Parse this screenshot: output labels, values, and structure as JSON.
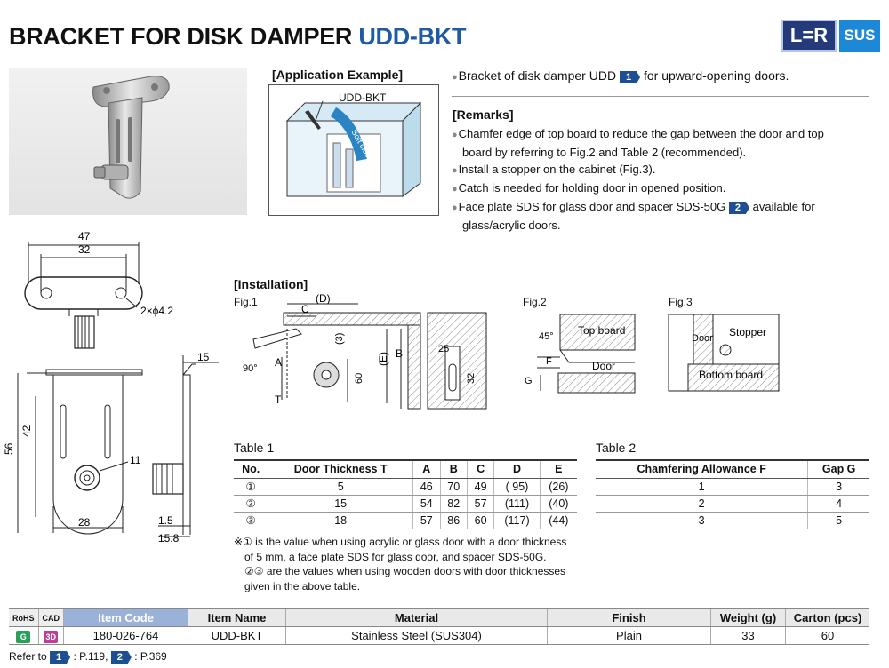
{
  "header": {
    "title_main": "BRACKET FOR DISK DAMPER",
    "title_code": "UDD-BKT",
    "badge_lr": "L=R",
    "badge_sus": "SUS"
  },
  "application": {
    "title": "[Application Example]",
    "part_label": "UDD-BKT",
    "motion_label": "Soft close"
  },
  "intro": {
    "text_before": "Bracket of disk damper UDD",
    "ref": "1",
    "text_after": "for upward-opening doors."
  },
  "remarks": {
    "title": "[Remarks]",
    "items": [
      {
        "lines": [
          "Chamfer edge of top board to reduce the gap between the door and top",
          "board by referring to Fig.2 and Table 2 (recommended)."
        ]
      },
      {
        "lines": [
          "Install a stopper on the cabinet (Fig.3)."
        ]
      },
      {
        "lines": [
          "Catch is needed for holding door in opened position."
        ]
      }
    ],
    "last_item": {
      "before": "Face plate SDS for glass door and spacer SDS-50G",
      "ref": "2",
      "after": "available for",
      "line2": "glass/acrylic doors."
    }
  },
  "dims": {
    "d47": "47",
    "d32": "32",
    "hole": "2×ϕ4.2",
    "d15": "15",
    "d56": "56",
    "d42": "42",
    "d11": "11",
    "d28": "28",
    "d1_5": "1.5",
    "d15_8": "15.8"
  },
  "installation": {
    "title": "[Installation]",
    "fig1": "Fig.1",
    "fig2": "Fig.2",
    "fig3": "Fig.3",
    "labels": {
      "C": "C",
      "D": "(D)",
      "three": "(3)",
      "A": "A",
      "E": "(E)",
      "B": "B",
      "sixty": "60",
      "twentyfive": "25",
      "thirtytwo": "32",
      "ninety": "90°",
      "T": "T"
    },
    "fig2_labels": {
      "angle": "45°",
      "top_board": "Top board",
      "F": "F",
      "G": "G",
      "door": "Door"
    },
    "fig3_labels": {
      "door": "Door",
      "stopper": "Stopper",
      "bottom_board": "Bottom board"
    }
  },
  "table1": {
    "title": "Table 1",
    "headers": [
      "No.",
      "Door Thickness T",
      "A",
      "B",
      "C",
      "D",
      "E"
    ],
    "rows": [
      [
        "①",
        "5",
        "46",
        "70",
        "49",
        "(  95)",
        "(26)"
      ],
      [
        "②",
        "15",
        "54",
        "82",
        "57",
        "(111)",
        "(40)"
      ],
      [
        "③",
        "18",
        "57",
        "86",
        "60",
        "(117)",
        "(44)"
      ]
    ]
  },
  "table2": {
    "title": "Table 2",
    "headers": [
      "Chamfering Allowance F",
      "Gap G"
    ],
    "rows": [
      [
        "1",
        "3"
      ],
      [
        "2",
        "4"
      ],
      [
        "3",
        "5"
      ]
    ]
  },
  "note": {
    "lines": [
      "※① is the value when using acrylic or glass door with a door thickness",
      "of 5 mm, a face plate SDS for glass door, and spacer SDS-50G.",
      "②③ are the values when using wooden doors with door thicknesses",
      "given in the above table."
    ]
  },
  "item_table": {
    "headers": [
      "RoHS",
      "CAD",
      "Item Code",
      "Item Name",
      "Material",
      "Finish",
      "Weight (g)",
      "Carton (pcs)"
    ],
    "row": {
      "rohs_icon": "G",
      "cad_icon": "3D",
      "item_code": "180-026-764",
      "item_name": "UDD-BKT",
      "material": "Stainless Steel (SUS304)",
      "finish": "Plain",
      "weight": "33",
      "carton": "60"
    }
  },
  "refer": {
    "label": "Refer to",
    "ref1": "1",
    "page1": ": P.119,",
    "ref2": "2",
    "page2": ": P.369"
  }
}
